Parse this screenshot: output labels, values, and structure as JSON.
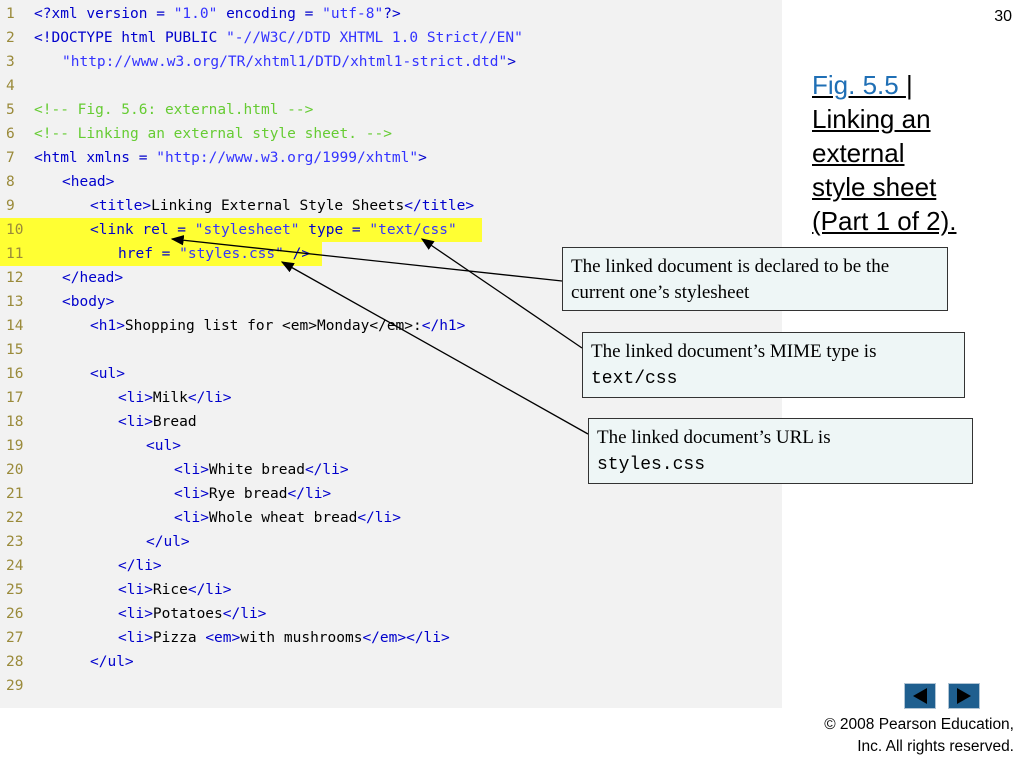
{
  "slide_number": "30",
  "caption": {
    "fig_link": "Fig. 5.5 ",
    "separator": "|",
    "lines": [
      "Linking an",
      "external",
      "style sheet",
      "(Part 1 of 2)."
    ]
  },
  "code": {
    "line_numbers": [
      "1",
      "2",
      "3",
      "4",
      "5",
      "6",
      "7",
      "8",
      "9",
      "10",
      "11",
      "12",
      "13",
      "14",
      "15",
      "16",
      "17",
      "18",
      "19",
      "20",
      "21",
      "22",
      "23",
      "24",
      "25",
      "26",
      "27",
      "28",
      "29"
    ],
    "l1": [
      "<?xml version = ",
      "\"1.0\"",
      " encoding = ",
      "\"utf-8\"",
      "?>"
    ],
    "l2": [
      "<!DOCTYPE html PUBLIC ",
      "\"-//W3C//DTD XHTML 1.0 Strict//EN\""
    ],
    "l3": [
      "\"http://www.w3.org/TR/xhtml1/DTD/xhtml1-strict.dtd\"",
      ">"
    ],
    "l5": "<!-- Fig. 5.6: external.html -->",
    "l6": "<!-- Linking an external style sheet. -->",
    "l7": [
      "<html xmlns = ",
      "\"http://www.w3.org/1999/xhtml\"",
      ">"
    ],
    "l8": "<head>",
    "l9": [
      "<title>",
      "Linking External Style Sheets",
      "</title>"
    ],
    "l10": [
      "<link rel = ",
      "\"stylesheet\"",
      " type = ",
      "\"text/css\""
    ],
    "l11": [
      "href = ",
      "\"styles.css\"",
      " />"
    ],
    "l12": "</head>",
    "l13": "<body>",
    "l14": [
      "<h1>",
      "Shopping list for <em>Monday</em>:",
      "</h1>"
    ],
    "l16": "<ul>",
    "l17": [
      "<li>",
      "Milk",
      "</li>"
    ],
    "l18": [
      "<li>",
      "Bread"
    ],
    "l19": "<ul>",
    "l20": [
      "<li>",
      "White bread",
      "</li>"
    ],
    "l21": [
      "<li>",
      "Rye bread",
      "</li>"
    ],
    "l22": [
      "<li>",
      "Whole wheat bread",
      "</li>"
    ],
    "l23": "</ul>",
    "l24": "</li>",
    "l25": [
      "<li>",
      "Rice",
      "</li>"
    ],
    "l26": [
      "<li>",
      "Potatoes",
      "</li>"
    ],
    "l27": [
      "<li>",
      "Pizza ",
      "<em>",
      "with mushrooms",
      "</em></li>"
    ],
    "l28": "</ul>"
  },
  "callouts": {
    "rel": "The linked document is declared to be the current one’s stylesheet",
    "type_text": "The linked document’s MIME type is",
    "type_code": "text/css",
    "url_text": "The linked document’s URL is",
    "url_code": "styles.css"
  },
  "nav": {
    "prev_icon": "triangle-left-icon",
    "next_icon": "triangle-right-icon"
  },
  "copyright": {
    "line1": "© 2008 Pearson Education,",
    "line2": "Inc.  All rights reserved."
  },
  "colors": {
    "tag": "#0000cc",
    "string": "#3333ff",
    "comment": "#66cc33",
    "highlight": "#ffff33",
    "line_number": "#9a8a3a"
  }
}
